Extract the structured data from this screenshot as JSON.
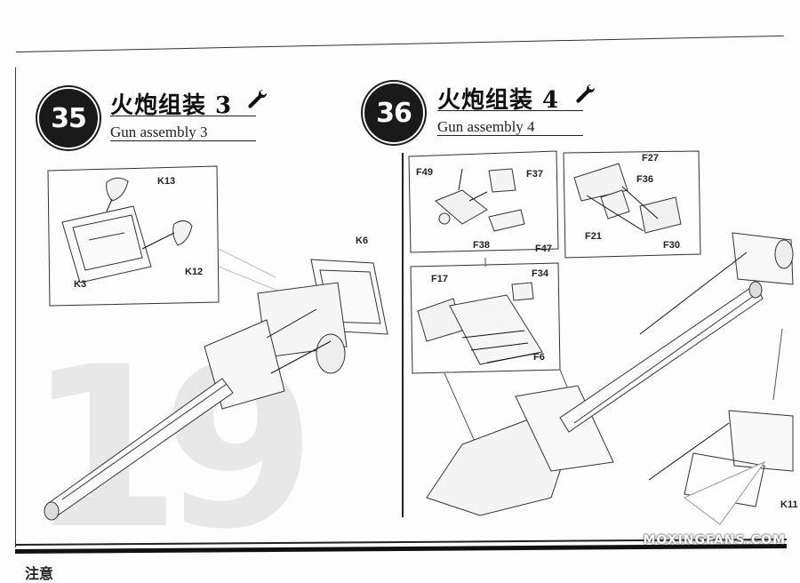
{
  "page_number": "19",
  "watermark": "MOXINGFANS.COM",
  "footer_fragment": "注意",
  "steps": [
    {
      "number": "35",
      "title_cn": "火炮组装 3",
      "title_en": "Gun assembly 3",
      "parts": {
        "k13": "K13",
        "k12": "K12",
        "k3": "K3",
        "k6": "K6"
      }
    },
    {
      "number": "36",
      "title_cn": "火炮组装 4",
      "title_en": "Gun assembly 4",
      "parts": {
        "f49": "F49",
        "f37": "F37",
        "f38": "F38",
        "f47": "F47",
        "f27": "F27",
        "f36": "F36",
        "f21": "F21",
        "f30": "F30",
        "f17": "F17",
        "f34": "F34",
        "f6": "F6",
        "k11": "K11"
      }
    }
  ],
  "icons": [
    "wrench-icon"
  ]
}
